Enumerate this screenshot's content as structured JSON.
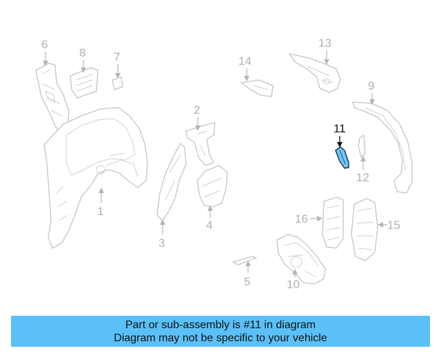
{
  "diagram": {
    "highlighted_part": "11",
    "callouts": [
      "1",
      "2",
      "3",
      "4",
      "5",
      "6",
      "7",
      "8",
      "9",
      "10",
      "11",
      "12",
      "13",
      "14",
      "15",
      "16"
    ]
  },
  "banner": {
    "line1": "Part or sub-assembly is #11 in diagram",
    "line2": "Diagram may not be specific to your vehicle"
  },
  "colors": {
    "banner_background": "#5bc0f8",
    "highlight_fill": "#6cc6ff",
    "part_outline": "#c4c4c4",
    "callout_text": "#b0b0b0"
  }
}
